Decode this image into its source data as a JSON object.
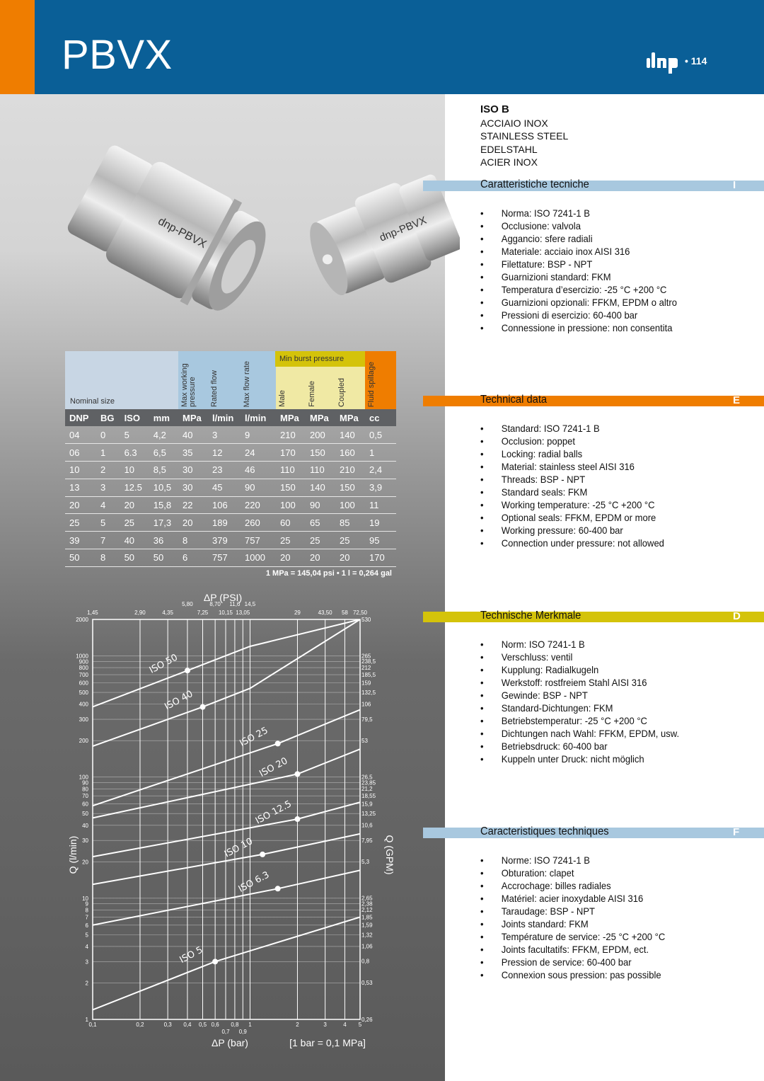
{
  "title": "PBVX",
  "page_number": "• 114",
  "iso_block": {
    "heading": "ISO B",
    "materials": [
      "ACCIAIO INOX",
      "STAINLESS STEEL",
      "EDELSTAHL",
      "ACIER INOX"
    ]
  },
  "table": {
    "nominal_label": "Nominal size",
    "group_label": "Min burst pressure",
    "vertical_headers": [
      "Max working pressure",
      "Rated flow",
      "Max flow rate",
      "Male",
      "Female",
      "Coupled",
      "Fluid spillage"
    ],
    "units": [
      "DNP",
      "BG",
      "ISO",
      "mm",
      "MPa",
      "l/min",
      "l/min",
      "MPa",
      "MPa",
      "MPa",
      "cc"
    ],
    "rows": [
      [
        "04",
        "0",
        "5",
        "4,2",
        "40",
        "3",
        "9",
        "210",
        "200",
        "140",
        "0,5"
      ],
      [
        "06",
        "1",
        "6.3",
        "6,5",
        "35",
        "12",
        "24",
        "170",
        "150",
        "160",
        "1"
      ],
      [
        "10",
        "2",
        "10",
        "8,5",
        "30",
        "23",
        "46",
        "110",
        "110",
        "210",
        "2,4"
      ],
      [
        "13",
        "3",
        "12.5",
        "10,5",
        "30",
        "45",
        "90",
        "150",
        "140",
        "150",
        "3,9"
      ],
      [
        "20",
        "4",
        "20",
        "15,8",
        "22",
        "106",
        "220",
        "100",
        "90",
        "100",
        "11"
      ],
      [
        "25",
        "5",
        "25",
        "17,3",
        "20",
        "189",
        "260",
        "60",
        "65",
        "85",
        "19"
      ],
      [
        "39",
        "7",
        "40",
        "36",
        "8",
        "379",
        "757",
        "25",
        "25",
        "25",
        "95"
      ],
      [
        "50",
        "8",
        "50",
        "50",
        "6",
        "757",
        "1000",
        "20",
        "20",
        "20",
        "170"
      ]
    ],
    "note": "1 MPa = 145,04 psi • 1 l = 0,264 gal"
  },
  "chart_data": {
    "type": "line",
    "top_axis_label": "ΔP (PSI)",
    "xlabel": "ΔP (bar)",
    "xlabel_note": "[1 bar = 0,1 MPa]",
    "ylabel_left": "Q (l/min)",
    "ylabel_right": "Q (GPM)",
    "x_scale": "log",
    "y_scale": "log",
    "xlim": [
      0.1,
      5
    ],
    "ylim": [
      1,
      2000
    ],
    "x_ticks": [
      "0,1",
      "0,2",
      "0,3",
      "0,4",
      "0,5",
      "0,6",
      "0,8",
      "1",
      "2",
      "3",
      "4",
      "5"
    ],
    "x_ticks_lower": [
      "0,7",
      "0,9"
    ],
    "top_ticks_row1": [
      "5,80",
      "8,70",
      "11,6",
      "14,5"
    ],
    "top_ticks_row2": [
      "1,45",
      "2,90",
      "4,35",
      "7,25",
      "10,15",
      "13,05",
      "29",
      "43,50",
      "58",
      "72,50"
    ],
    "y_ticks": [
      "1",
      "2",
      "3",
      "4",
      "5",
      "6",
      "7",
      "8",
      "9",
      "10",
      "20",
      "30",
      "40",
      "50",
      "60",
      "70",
      "80",
      "90",
      "100",
      "200",
      "300",
      "400",
      "500",
      "600",
      "700",
      "800",
      "900",
      "1000",
      "2000"
    ],
    "y_ticks_right": [
      "0,26",
      "0,53",
      "0,8",
      "1,06",
      "1,32",
      "1,59",
      "1,85",
      "2,12",
      "2,38",
      "2,65",
      "5,3",
      "7,95",
      "10,6",
      "13,25",
      "15,9",
      "18,55",
      "21,2",
      "23,85",
      "26,5",
      "53",
      "79,5",
      "106",
      "132,5",
      "159",
      "185,5",
      "212",
      "238,5",
      "265",
      "530"
    ],
    "series": [
      {
        "name": "ISO 50",
        "points": [
          [
            0.1,
            380
          ],
          [
            0.4,
            757
          ],
          [
            1,
            1200
          ],
          [
            5,
            2000
          ]
        ]
      },
      {
        "name": "ISO 40",
        "points": [
          [
            0.1,
            180
          ],
          [
            0.5,
            379
          ],
          [
            1,
            540
          ],
          [
            5,
            2000
          ]
        ]
      },
      {
        "name": "ISO 25",
        "points": [
          [
            0.1,
            58
          ],
          [
            1.5,
            189
          ],
          [
            5,
            360
          ]
        ]
      },
      {
        "name": "ISO 20",
        "points": [
          [
            0.1,
            46
          ],
          [
            2,
            106
          ],
          [
            5,
            170
          ]
        ]
      },
      {
        "name": "ISO 12.5",
        "points": [
          [
            0.1,
            22
          ],
          [
            2,
            45
          ],
          [
            5,
            62
          ]
        ]
      },
      {
        "name": "ISO 10",
        "points": [
          [
            0.1,
            13
          ],
          [
            1.2,
            23
          ],
          [
            5,
            34
          ]
        ]
      },
      {
        "name": "ISO 6.3",
        "points": [
          [
            0.1,
            6
          ],
          [
            1.5,
            12
          ],
          [
            5,
            17
          ]
        ]
      },
      {
        "name": "ISO 5",
        "points": [
          [
            0.1,
            1.2
          ],
          [
            0.6,
            3
          ],
          [
            5,
            7
          ]
        ]
      }
    ]
  },
  "sections": [
    {
      "title": "Caratteristiche tecniche",
      "letter": "I",
      "color": "#a8c8df",
      "items": [
        "Norma: ISO 7241-1 B",
        "Occlusione: valvola",
        "Aggancio: sfere radiali",
        "Materiale: acciaio inox AISI 316",
        "Filettature: BSP - NPT",
        "Guarnizioni standard: FKM",
        "Temperatura d’esercizio: -25 °C +200 °C",
        "Guarnizioni opzionali: FFKM, EPDM o altro",
        "Pressioni di esercizio: 60-400 bar",
        "Connessione in pressione: non consentita"
      ]
    },
    {
      "title": "Technical data",
      "letter": "E",
      "color": "#ef7d00",
      "items": [
        "Standard: ISO 7241-1 B",
        "Occlusion: poppet",
        "Locking: radial balls",
        "Material: stainless steel AISI 316",
        "Threads: BSP - NPT",
        "Standard seals: FKM",
        "Working temperature: -25 °C +200 °C",
        "Optional seals: FFKM, EPDM or more",
        "Working pressure: 60-400 bar",
        "Connection under pressure: not allowed"
      ]
    },
    {
      "title": "Technische Merkmale",
      "letter": "D",
      "color": "#d4c30a",
      "items": [
        "Norm: ISO 7241-1 B",
        "Verschluss: ventil",
        "Kupplung: Radialkugeln",
        "Werkstoff: rostfreiem Stahl AISI 316",
        "Gewinde: BSP - NPT",
        "Standard-Dichtungen: FKM",
        "Betriebstemperatur: -25 °C +200 °C",
        "Dichtungen nach Wahl: FFKM, EPDM, usw.",
        "Betriebsdruck: 60-400 bar",
        "Kuppeln unter Druck: nicht möglich"
      ]
    },
    {
      "title": "Caracteristiques techniques",
      "letter": "F",
      "color": "#a8c8df",
      "items": [
        "Norme: ISO 7241-1 B",
        "Obturation: clapet",
        "Accrochage: billes radiales",
        "Matériel: acier inoxydable AISI 316",
        "Taraudage: BSP - NPT",
        "Joints standard: FKM",
        "Température de service: -25 °C +200 °C",
        "Joints facultatifs: FFKM, EPDM, ect.",
        "Pression de service: 60-400 bar",
        "Connexion sous pression: pas possible"
      ]
    }
  ]
}
